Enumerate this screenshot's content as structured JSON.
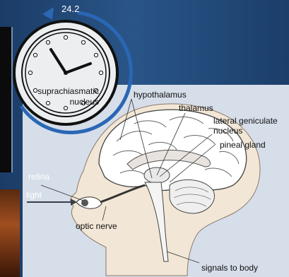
{
  "cycle_value": "24.2",
  "clock_label": {
    "line1": "suprachiasmatic",
    "line2": "nucleus"
  },
  "labels": {
    "hypothalamus": "hypothalamus",
    "thalamus": "thalamus",
    "lateral_geniculate_1": "lateral geniculate",
    "lateral_geniculate_2": "nucleus",
    "pineal_gland": "pineal gland",
    "retina": "retina",
    "light": "light",
    "optic_nerve": "optic nerve",
    "signals_to_body": "signals to body"
  }
}
